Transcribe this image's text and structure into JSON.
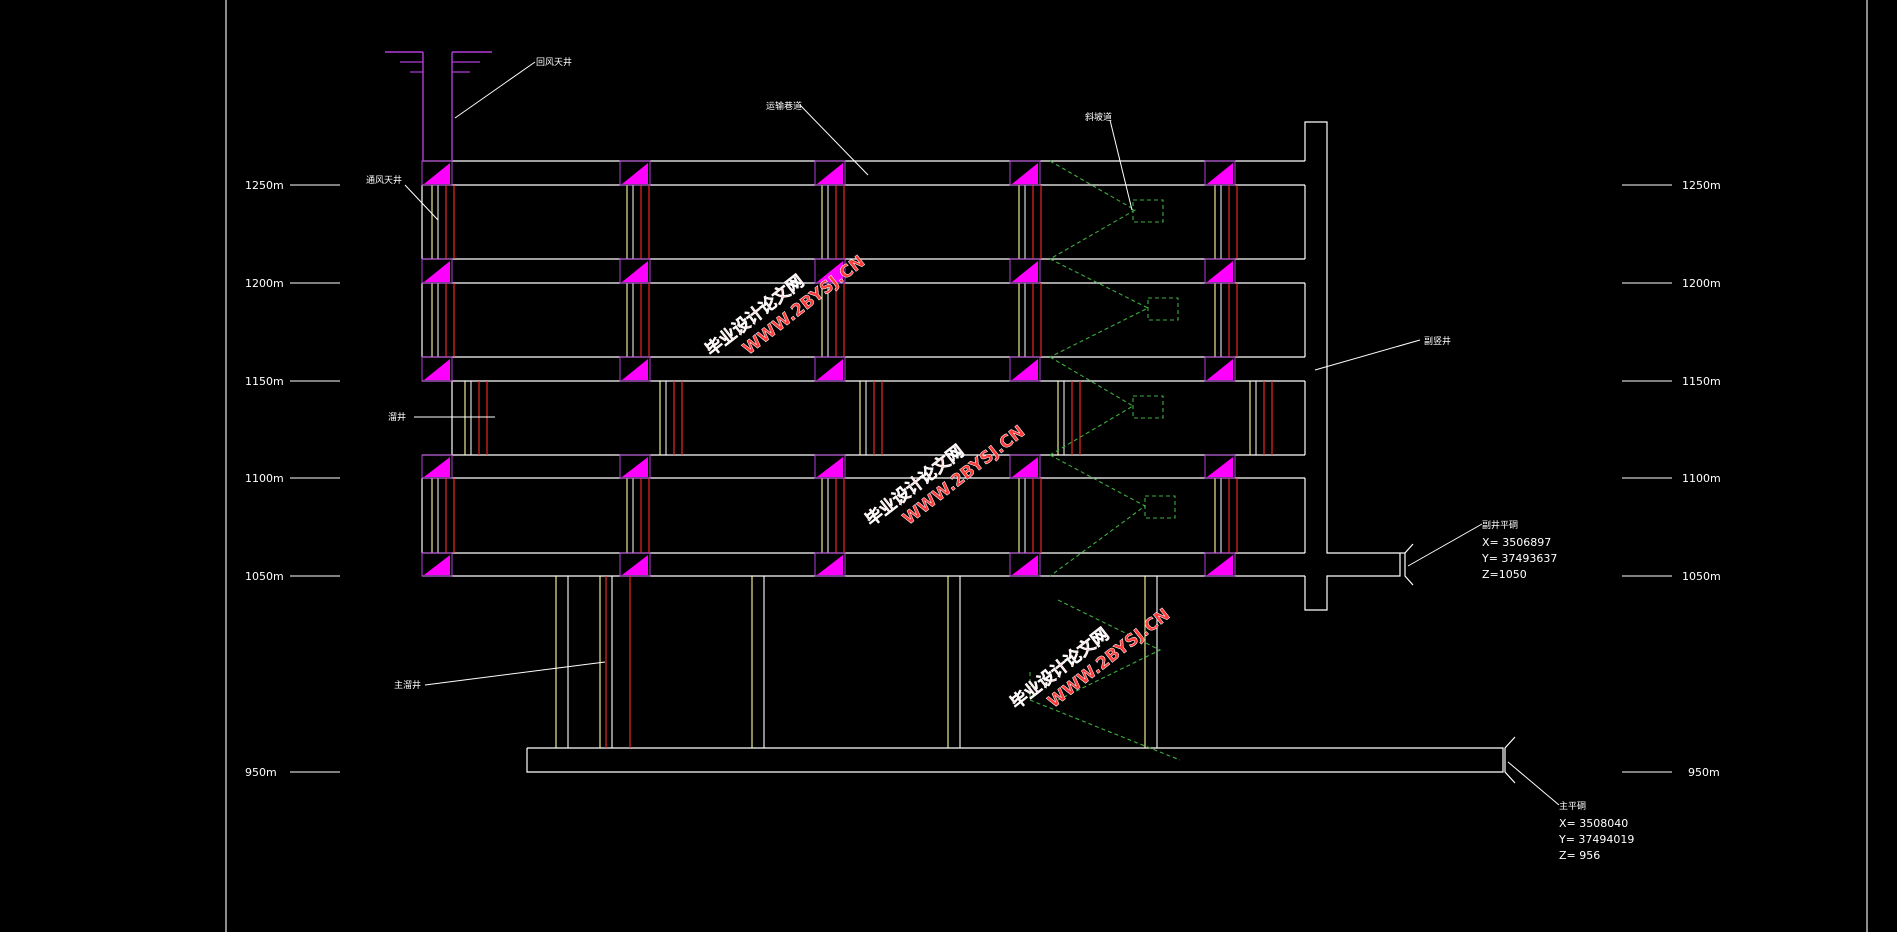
{
  "colors": {
    "background": "#000000",
    "outline": "#ffffff",
    "pillar": "#ff00ff",
    "orepass": "#ff2a2a",
    "shaft_wall": "#ffffa0",
    "ramp": "#3fae3f",
    "airshaft": "#b23cd8",
    "watermark": "#ff3a3a"
  },
  "levels": [
    {
      "label": "1250m"
    },
    {
      "label": "1200m"
    },
    {
      "label": "1150m"
    },
    {
      "label": "1100m"
    },
    {
      "label": "1050m"
    },
    {
      "label": "950m"
    }
  ],
  "labels": {
    "return_air_shaft": "回风天井",
    "transport_drift": "运输巷道",
    "ramp": "斜坡道",
    "ventilation_raise": "通风天井",
    "auxiliary_shaft": "副竖井",
    "ore_pass": "溜井",
    "main_shaft": "主溜井"
  },
  "coordinates": {
    "level_1050": {
      "title": "副井平硐",
      "x": "X= 3506897",
      "y": "Y= 37493637",
      "z": "Z=1050"
    },
    "level_950": {
      "title": "主平硐",
      "x": "X= 3508040",
      "y": "Y= 37494019",
      "z": "Z= 956"
    }
  },
  "watermark": {
    "line1": "毕业设计论文网",
    "line2": "WWW.2BYSJ.CN"
  }
}
